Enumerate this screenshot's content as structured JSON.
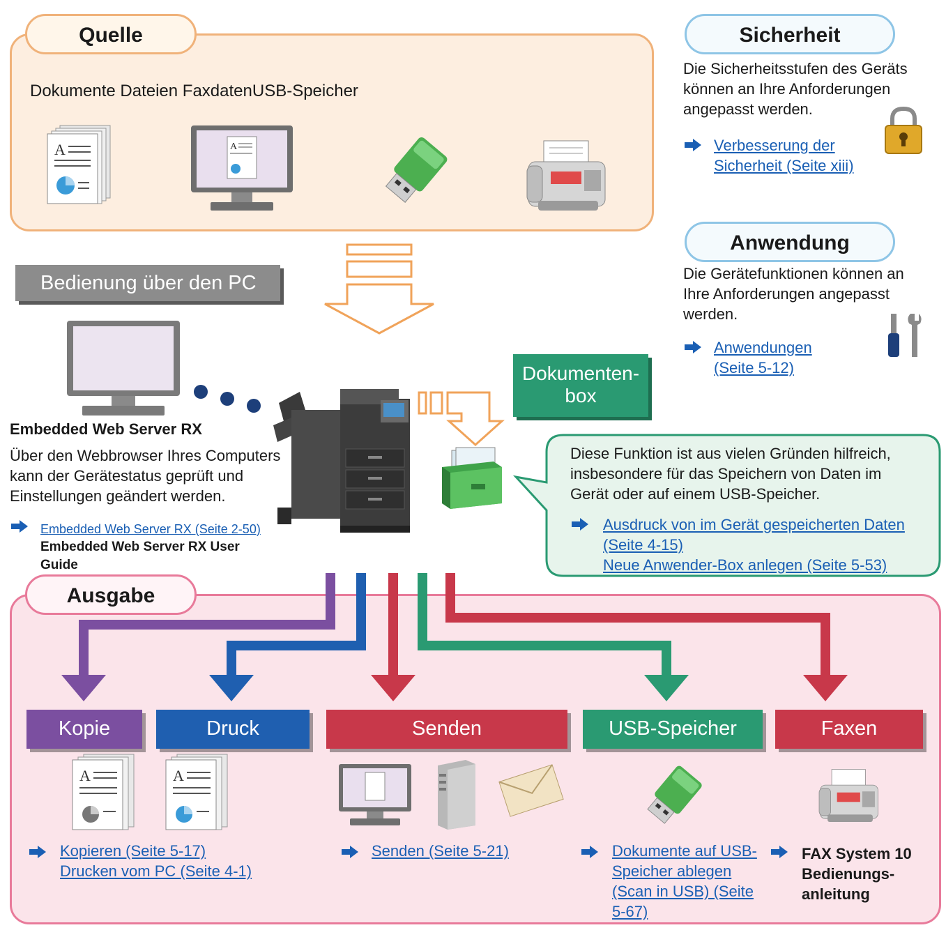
{
  "quelle": {
    "title": "Quelle",
    "sources": "Dokumente Dateien FaxdatenUSB-Speicher"
  },
  "security": {
    "title": "Sicherheit",
    "text": "Die Sicherheitsstufen des Geräts können an Ihre Anforderungen angepasst werden.",
    "link": "Verbesserung der Sicherheit (Seite xiii)"
  },
  "application": {
    "title": "Anwendung",
    "text": "Die Gerätefunktionen können an Ihre Anforderungen angepasst werden.",
    "link_line1": "Anwendungen",
    "link_line2": "(Seite 5-12)"
  },
  "pc_operation": {
    "title": "Bedienung über den PC",
    "heading": "Embedded Web Server RX",
    "text": "Über den Webbrowser Ihres Computers kann der Gerätestatus geprüft und Einstellungen geändert werden.",
    "link": "Embedded Web Server RX (Seite 2-50)",
    "guide": "Embedded Web Server RX User Guide"
  },
  "document_box": {
    "title_line1": "Dokumenten-",
    "title_line2": "box",
    "text": "Diese Funktion ist aus vielen Gründen hilfreich, insbesondere für das Speichern von Daten im Gerät oder auf einem USB-Speicher.",
    "link1_line1": "Ausdruck von im Gerät gespeicherten Daten",
    "link1_line2": "(Seite 4-15)",
    "link2": "Neue Anwender-Box anlegen (Seite 5-53)"
  },
  "output": {
    "title": "Ausgabe",
    "tabs": [
      {
        "label": "Kopie",
        "color": "#7b4fa0"
      },
      {
        "label": "Druck",
        "color": "#1f5fb0"
      },
      {
        "label": "Senden",
        "color": "#c8384a"
      },
      {
        "label": "USB-Speicher",
        "color": "#2a9a72"
      },
      {
        "label": "Faxen",
        "color": "#c8384a"
      }
    ],
    "copy_link": "Kopieren (Seite 5-17)",
    "print_link": "Drucken vom PC (Seite 4-1)",
    "send_link": "Senden (Seite 5-21)",
    "usb_link": "Dokumente auf USB-Speicher ablegen (Scan in USB) (Seite 5-67)",
    "fax_ref": "FAX System 10 Bedienungs-anleitung"
  },
  "colors": {
    "quelle_bg": "#fdeee0",
    "quelle_border": "#f0b27a",
    "security_border": "#8ec5e6",
    "output_bg": "#fbe4ea",
    "output_border": "#e87a9a",
    "docbox_green": "#2a9a72",
    "docbox_bg": "#e7f4ec",
    "link": "#1a5fb4"
  }
}
